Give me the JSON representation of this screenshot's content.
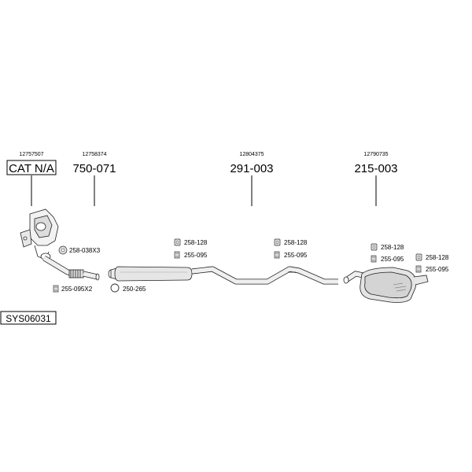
{
  "diagram_code": "SYS06031",
  "parts": [
    {
      "oe": "12757507",
      "number": "CAT N/A"
    },
    {
      "oe": "12758374",
      "number": "750-071"
    },
    {
      "oe": "12804375",
      "number": "291-003"
    },
    {
      "oe": "12790735",
      "number": "215-003"
    }
  ],
  "fittings": {
    "cat_gasket": "258-038X3",
    "cat_clamp": "255-095X2",
    "front_ring": "250-265",
    "mid_rubber": "258-128",
    "mid_clamp": "255-095",
    "rear_pipe_rubber": "258-128",
    "rear_pipe_clamp": "255-095",
    "silencer_rubber_left": "258-128",
    "silencer_clamp_left": "255-095",
    "silencer_rubber_right": "258-128",
    "silencer_clamp_right": "255-095"
  }
}
